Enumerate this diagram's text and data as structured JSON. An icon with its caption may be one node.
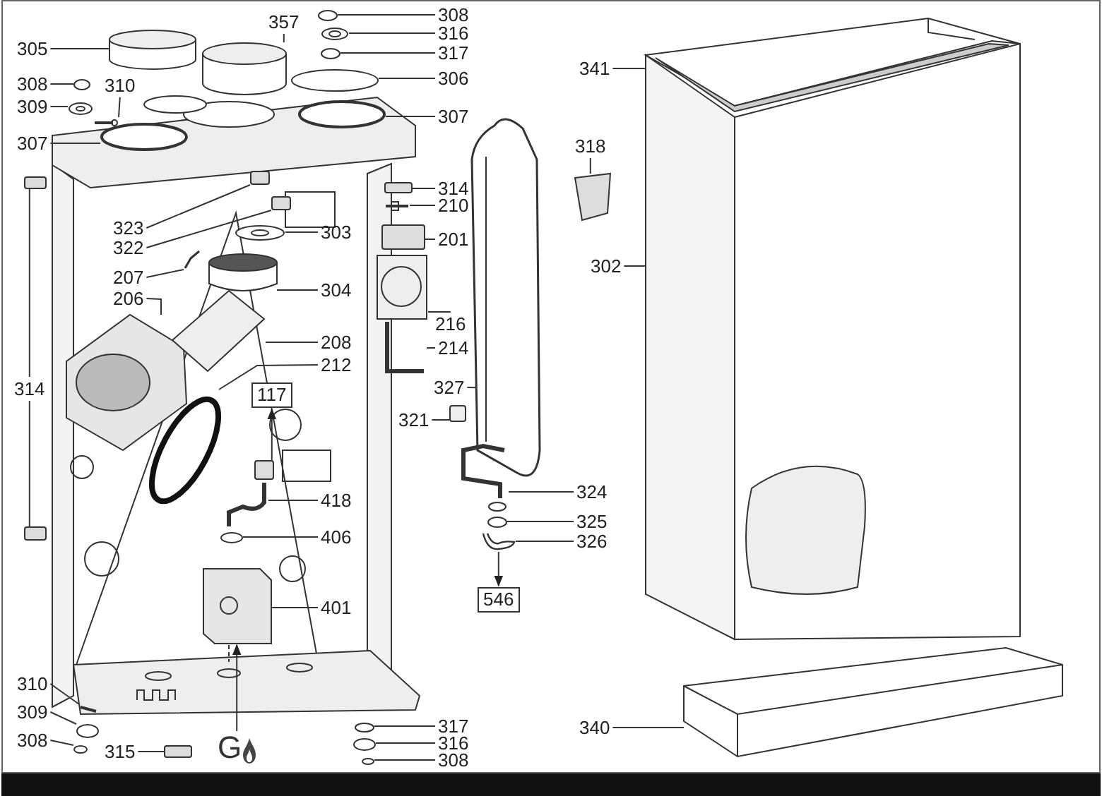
{
  "diagram": {
    "nodes": [
      {
        "text": [
          "305"
        ]
      },
      {
        "text": [
          "357"
        ]
      },
      {
        "text": [
          "308"
        ]
      },
      {
        "text": [
          "316"
        ]
      },
      {
        "text": [
          "317"
        ]
      },
      {
        "text": [
          "306"
        ]
      },
      {
        "text": [
          "308"
        ]
      },
      {
        "text": [
          "309"
        ]
      },
      {
        "text": [
          "310"
        ]
      },
      {
        "text": [
          "307"
        ]
      },
      {
        "text": [
          "307"
        ]
      },
      {
        "text": [
          "341"
        ]
      },
      {
        "text": [
          "318"
        ]
      },
      {
        "text": [
          "314"
        ]
      },
      {
        "text": [
          "210"
        ]
      },
      {
        "text": [
          "201"
        ]
      },
      {
        "text": [
          "323"
        ]
      },
      {
        "text": [
          "322"
        ]
      },
      {
        "text": [
          "303"
        ]
      },
      {
        "text": [
          "302"
        ]
      },
      {
        "text": [
          "207"
        ]
      },
      {
        "text": [
          "206"
        ]
      },
      {
        "text": [
          "304"
        ]
      },
      {
        "text": [
          "216"
        ]
      },
      {
        "text": [
          "208"
        ]
      },
      {
        "text": [
          "214"
        ]
      },
      {
        "text": [
          "212"
        ]
      },
      {
        "text": [
          "314"
        ]
      },
      {
        "text": [
          "117"
        ]
      },
      {
        "text": [
          "327"
        ]
      },
      {
        "text": [
          "321"
        ]
      },
      {
        "text": [
          "418"
        ]
      },
      {
        "text": [
          "324"
        ]
      },
      {
        "text": [
          "406"
        ]
      },
      {
        "text": [
          "325"
        ]
      },
      {
        "text": [
          "326"
        ]
      },
      {
        "text": [
          "546"
        ]
      },
      {
        "text": [
          "401"
        ]
      },
      {
        "text": [
          "340"
        ]
      },
      {
        "text": [
          "310"
        ]
      },
      {
        "text": [
          "309"
        ]
      },
      {
        "text": [
          "308"
        ]
      },
      {
        "text": [
          "315"
        ]
      },
      {
        "text": [
          "G"
        ]
      },
      {
        "text": [
          "317"
        ]
      },
      {
        "text": [
          "316"
        ]
      },
      {
        "text": [
          "308"
        ]
      },
      {
        "text": [],
        "shape": "picture"
      },
      {
        "text": [],
        "shape": "cylinder"
      },
      {
        "text": [],
        "shape": "cylinder"
      },
      {
        "text": [],
        "shape": "circle"
      },
      {
        "text": [],
        "shape": "picture"
      },
      {
        "text": [],
        "shape": "circle"
      },
      {
        "text": [],
        "shape": "circle"
      },
      {
        "text": [],
        "shape": "circle"
      },
      {
        "text": [],
        "shape": "picture"
      },
      {
        "text": [],
        "shape": "picture"
      },
      {
        "text": [],
        "shape": "circle"
      },
      {
        "text": [],
        "shape": "circle"
      },
      {
        "text": [],
        "shape": "picture"
      },
      {
        "text": [],
        "shape": "picture"
      },
      {
        "text": [],
        "shape": "box"
      },
      {
        "text": [],
        "shape": "picture"
      },
      {
        "text": [],
        "shape": "box"
      },
      {
        "text": [],
        "shape": "box"
      },
      {
        "text": [],
        "shape": "box"
      },
      {
        "text": [],
        "shape": "picture"
      },
      {
        "text": [],
        "shape": "picture"
      },
      {
        "text": [],
        "shape": "picture"
      },
      {
        "text": [],
        "shape": "picture"
      },
      {
        "text": [],
        "shape": "picture"
      },
      {
        "text": [],
        "shape": "picture"
      },
      {
        "text": [],
        "shape": "picture"
      },
      {
        "text": [],
        "shape": "picture"
      },
      {
        "text": [],
        "shape": "circle"
      },
      {
        "text": [],
        "shape": "box"
      },
      {
        "text": [],
        "shape": "box"
      },
      {
        "text": [],
        "shape": "picture"
      },
      {
        "text": [],
        "shape": "box"
      },
      {
        "text": [],
        "shape": "picture"
      },
      {
        "text": [],
        "shape": "picture"
      },
      {
        "text": [],
        "shape": "circle"
      },
      {
        "text": [],
        "shape": "circle"
      },
      {
        "text": [],
        "shape": "picture"
      },
      {
        "text": [],
        "shape": "picture"
      },
      {
        "text": [],
        "shape": "picture"
      },
      {
        "text": [],
        "shape": "circle"
      },
      {
        "text": [],
        "shape": "circle"
      },
      {
        "text": [],
        "shape": "box"
      },
      {
        "text": [],
        "shape": "circle"
      },
      {
        "text": [],
        "shape": "circle"
      },
      {
        "text": [],
        "shape": "circle"
      },
      {
        "text": [],
        "shape": "box"
      }
    ],
    "edges": [
      {
        "from": 0,
        "to": 48,
        "arrow": "none"
      },
      {
        "from": 1,
        "to": 49,
        "arrow": "none"
      },
      {
        "from": 2,
        "to": 50,
        "arrow": "none"
      },
      {
        "from": 3,
        "to": 51,
        "arrow": "none"
      },
      {
        "from": 4,
        "to": 52,
        "arrow": "none"
      },
      {
        "from": 5,
        "to": 53,
        "arrow": "none"
      },
      {
        "from": 6,
        "to": 54,
        "arrow": "none"
      },
      {
        "from": 7,
        "to": 55,
        "arrow": "none"
      },
      {
        "from": 8,
        "to": 56,
        "arrow": "none"
      },
      {
        "from": 9,
        "to": 57,
        "arrow": "none"
      },
      {
        "from": 10,
        "to": 58,
        "arrow": "none"
      },
      {
        "from": 11,
        "to": 59,
        "arrow": "none"
      },
      {
        "from": 12,
        "to": 60,
        "arrow": "none"
      },
      {
        "from": 13,
        "to": 61,
        "arrow": "none"
      },
      {
        "from": 14,
        "to": 62,
        "arrow": "none"
      },
      {
        "from": 15,
        "to": 63,
        "arrow": "none"
      },
      {
        "from": 16,
        "to": 64,
        "arrow": "none"
      },
      {
        "from": 17,
        "to": 65,
        "arrow": "none"
      },
      {
        "from": 18,
        "to": 66,
        "arrow": "none"
      },
      {
        "from": 19,
        "to": 67,
        "arrow": "none"
      },
      {
        "from": 20,
        "to": 68,
        "arrow": "none"
      },
      {
        "from": 21,
        "to": 69,
        "arrow": "none"
      },
      {
        "from": 22,
        "to": 70,
        "arrow": "none"
      },
      {
        "from": 23,
        "to": 71,
        "arrow": "none"
      },
      {
        "from": 24,
        "to": 72,
        "arrow": "none"
      },
      {
        "from": 25,
        "to": 73,
        "arrow": "none"
      },
      {
        "from": 26,
        "to": 74,
        "arrow": "none"
      },
      {
        "from": 27,
        "to": 75,
        "arrow": "none"
      },
      {
        "from": 76,
        "to": 28,
        "arrow": "to"
      },
      {
        "from": 29,
        "to": 77,
        "arrow": "none"
      },
      {
        "from": 30,
        "to": 78,
        "arrow": "none"
      },
      {
        "from": 31,
        "to": 79,
        "arrow": "none"
      },
      {
        "from": 32,
        "to": 80,
        "arrow": "none"
      },
      {
        "from": 33,
        "to": 81,
        "arrow": "none"
      },
      {
        "from": 34,
        "to": 82,
        "arrow": "none"
      },
      {
        "from": 35,
        "to": 47,
        "arrow": "none"
      },
      {
        "from": 47,
        "to": 36,
        "arrow": "to"
      },
      {
        "from": 37,
        "to": 83,
        "arrow": "none"
      },
      {
        "from": 38,
        "to": 84,
        "arrow": "none"
      },
      {
        "from": 39,
        "to": 85,
        "arrow": "none"
      },
      {
        "from": 40,
        "to": 86,
        "arrow": "none"
      },
      {
        "from": 41,
        "to": 87,
        "arrow": "none"
      },
      {
        "from": 42,
        "to": 88,
        "arrow": "none"
      },
      {
        "from": 43,
        "to": 83,
        "arrow": "to"
      },
      {
        "from": 44,
        "to": 89,
        "arrow": "none"
      },
      {
        "from": 45,
        "to": 90,
        "arrow": "none"
      },
      {
        "from": 46,
        "to": 91,
        "arrow": "none"
      },
      {
        "from": 27,
        "to": 92,
        "arrow": "none"
      }
    ]
  }
}
